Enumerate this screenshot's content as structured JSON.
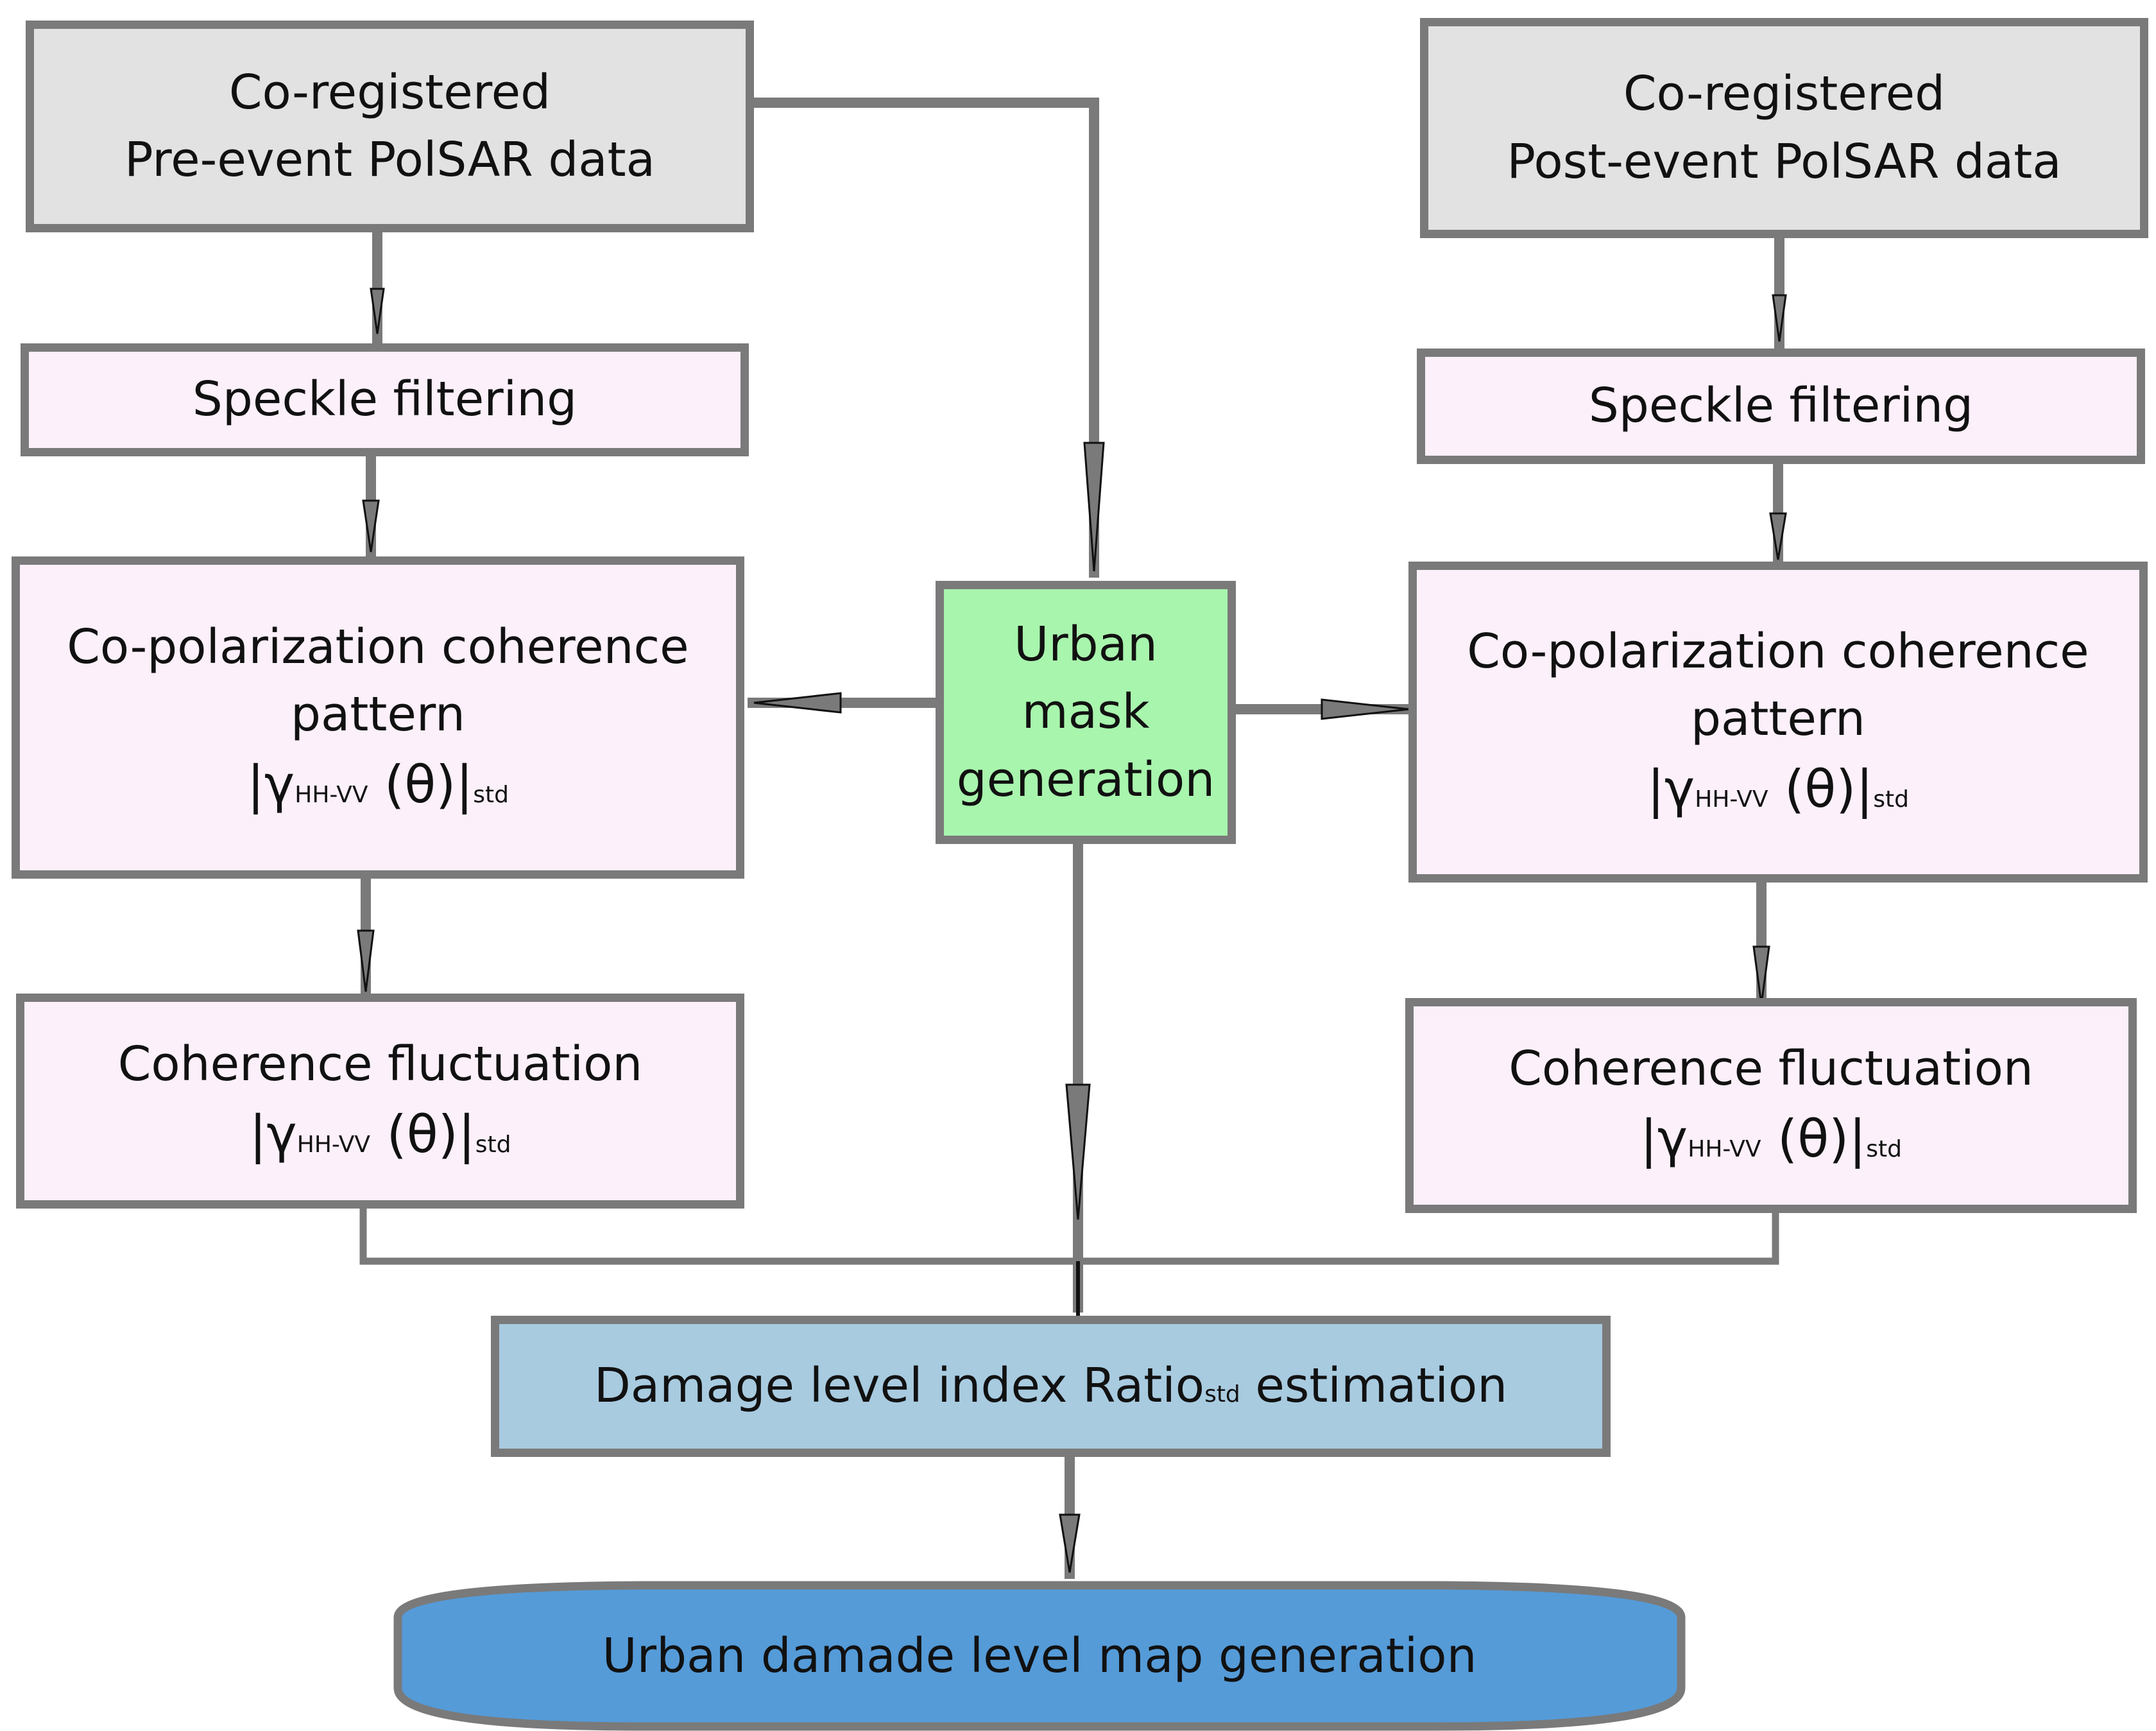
{
  "nodes": {
    "pre_data": {
      "line1": "Co-registered",
      "line2": "Pre-event PolSAR data"
    },
    "post_data": {
      "line1": "Co-registered",
      "line2": "Post-event PolSAR data"
    },
    "speckle_pre": {
      "label": "Speckle filtering"
    },
    "speckle_post": {
      "label": "Speckle filtering"
    },
    "copol_pre": {
      "line1": "Co-polarization coherence",
      "line2": "pattern",
      "open": "|γ",
      "sub1": "HH-VV",
      "theta": " (θ)|",
      "sub2": "std"
    },
    "copol_post": {
      "line1": "Co-polarization coherence",
      "line2": "pattern",
      "open": "|γ",
      "sub1": "HH-VV",
      "theta": " (θ)|",
      "sub2": "std"
    },
    "urban_mask": {
      "line1": "Urban",
      "line2": "mask",
      "line3": "generation"
    },
    "fluct_pre": {
      "line1": "Coherence fluctuation",
      "open": "|γ",
      "sub1": "HH-VV",
      "theta": " (θ)|",
      "sub2": "std"
    },
    "fluct_post": {
      "line1": "Coherence fluctuation",
      "open": "|γ",
      "sub1": "HH-VV",
      "theta": " (θ)|",
      "sub2": "std"
    },
    "damage_index": {
      "pre": "Damage level index Ratio",
      "sub": "std",
      "post": " estimation"
    },
    "final_map": {
      "label": "Urban damade level map generation"
    }
  },
  "colors": {
    "input_fill": "#e2e2e2",
    "process_fill": "#fcf0fa",
    "mask_fill": "#a8f5ad",
    "index_fill": "#a8cbe0",
    "output_fill": "#559bd8",
    "border": "#7a7a7a"
  }
}
